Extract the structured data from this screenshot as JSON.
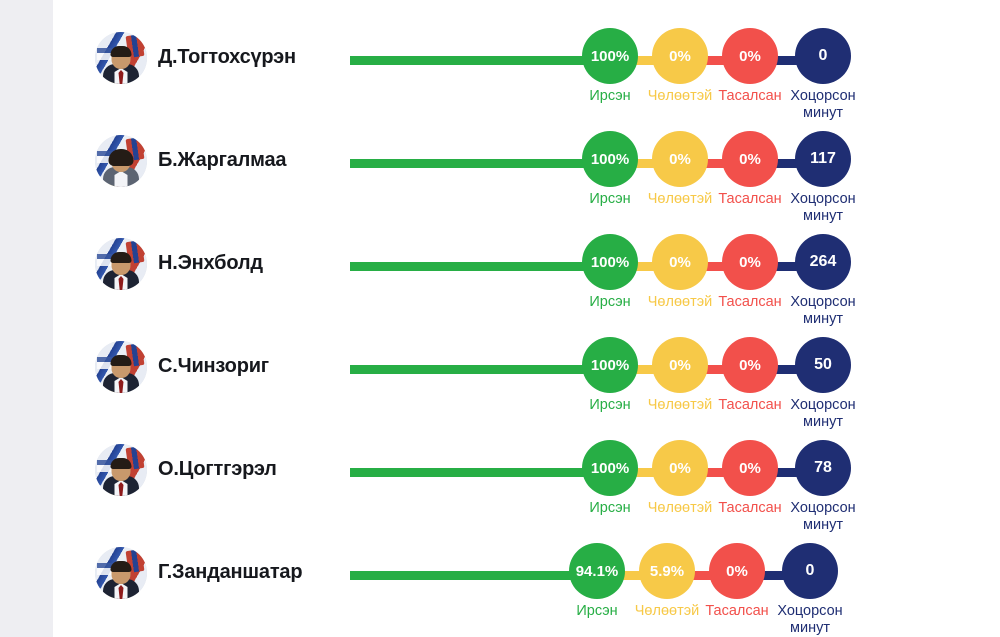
{
  "page": {
    "background_color": "#ffffff",
    "gutter_color": "#eeeef2"
  },
  "legend": {
    "present_label": "Ирсэн",
    "excused_label": "Чөлөөтэй",
    "absent_label": "Тасалсан",
    "late_label": "Хоцорсон минут"
  },
  "colors": {
    "present": "#27ae45",
    "excused": "#f7c948",
    "absent": "#f2504b",
    "late": "#1f2e73",
    "name_text": "#16181d"
  },
  "chart_data": {
    "type": "bar",
    "title": "",
    "xlabel": "",
    "ylabel": "",
    "categories": [
      "Д.Тогтохсүрэн",
      "Б.Жаргалмаа",
      "Н.Энхболд",
      "С.Чинзориг",
      "О.Цогтгэрэл",
      "Г.Занданшатар"
    ],
    "series": [
      {
        "name": "Ирсэн",
        "color": "#27ae45",
        "values": [
          100,
          100,
          100,
          100,
          100,
          94.1
        ],
        "unit": "%"
      },
      {
        "name": "Чөлөөтэй",
        "color": "#f7c948",
        "values": [
          0,
          0,
          0,
          0,
          0,
          5.9
        ],
        "unit": "%"
      },
      {
        "name": "Тасалсан",
        "color": "#f2504b",
        "values": [
          0,
          0,
          0,
          0,
          0,
          0
        ],
        "unit": "%"
      },
      {
        "name": "Хоцорсон минут",
        "color": "#1f2e73",
        "values": [
          0,
          117,
          264,
          50,
          78,
          0
        ],
        "unit": "min"
      }
    ]
  },
  "rows": [
    {
      "name": "Д.Тогтохсүрэн",
      "avatar": "avatar-photo-togtokhsuren",
      "gender": "male",
      "present": "100%",
      "excused": "0%",
      "absent": "0%",
      "late": "0"
    },
    {
      "name": "Б.Жаргалмаа",
      "avatar": "avatar-photo-jargalmaa",
      "gender": "female",
      "present": "100%",
      "excused": "0%",
      "absent": "0%",
      "late": "117"
    },
    {
      "name": "Н.Энхболд",
      "avatar": "avatar-photo-enkhbold",
      "gender": "male",
      "present": "100%",
      "excused": "0%",
      "absent": "0%",
      "late": "264"
    },
    {
      "name": "С.Чинзориг",
      "avatar": "avatar-photo-chinzorig",
      "gender": "male",
      "present": "100%",
      "excused": "0%",
      "absent": "0%",
      "late": "50"
    },
    {
      "name": "О.Цогтгэрэл",
      "avatar": "avatar-photo-tsogtgerel",
      "gender": "male",
      "present": "100%",
      "excused": "0%",
      "absent": "0%",
      "late": "78"
    },
    {
      "name": "Г.Занданшатар",
      "avatar": "avatar-photo-zandanshatar",
      "gender": "male",
      "present": "94.1%",
      "excused": "5.9%",
      "absent": "0%",
      "late": "0"
    }
  ]
}
